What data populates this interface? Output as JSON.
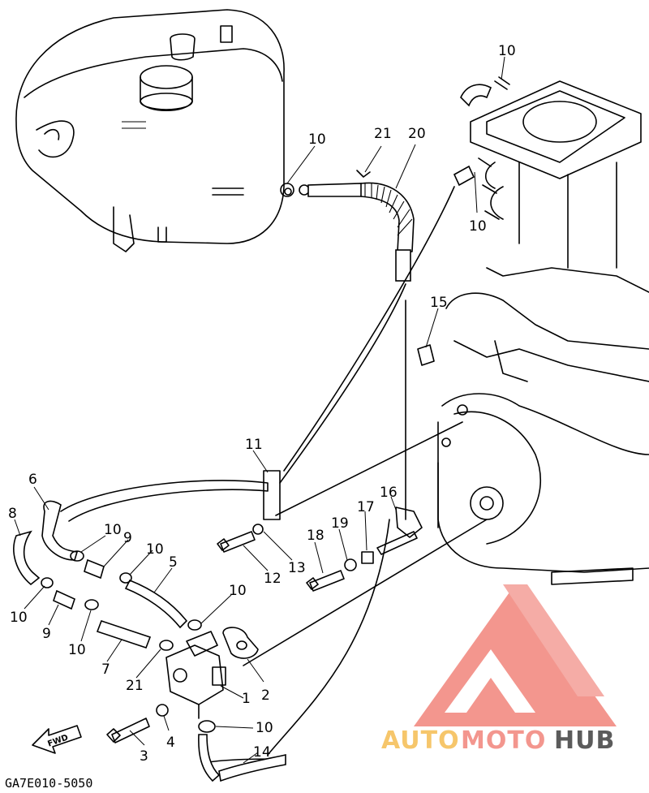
{
  "diagram": {
    "part_code": "GA7E010-5050",
    "fwd_label": "FWD",
    "callouts": [
      "10",
      "21",
      "20",
      "10",
      "10",
      "15",
      "11",
      "6",
      "8",
      "10",
      "9",
      "10",
      "5",
      "10",
      "9",
      "10",
      "7",
      "21",
      "10",
      "12",
      "13",
      "18",
      "19",
      "17",
      "16",
      "1",
      "2",
      "3",
      "4",
      "10",
      "14",
      "10"
    ],
    "watermark": {
      "brand_parts": [
        "AUTO",
        "MOTO",
        "HUB"
      ],
      "colors": {
        "primary": "#f28b82",
        "secondary": "#f6c05b",
        "dark": "#4a4a4a"
      }
    }
  }
}
